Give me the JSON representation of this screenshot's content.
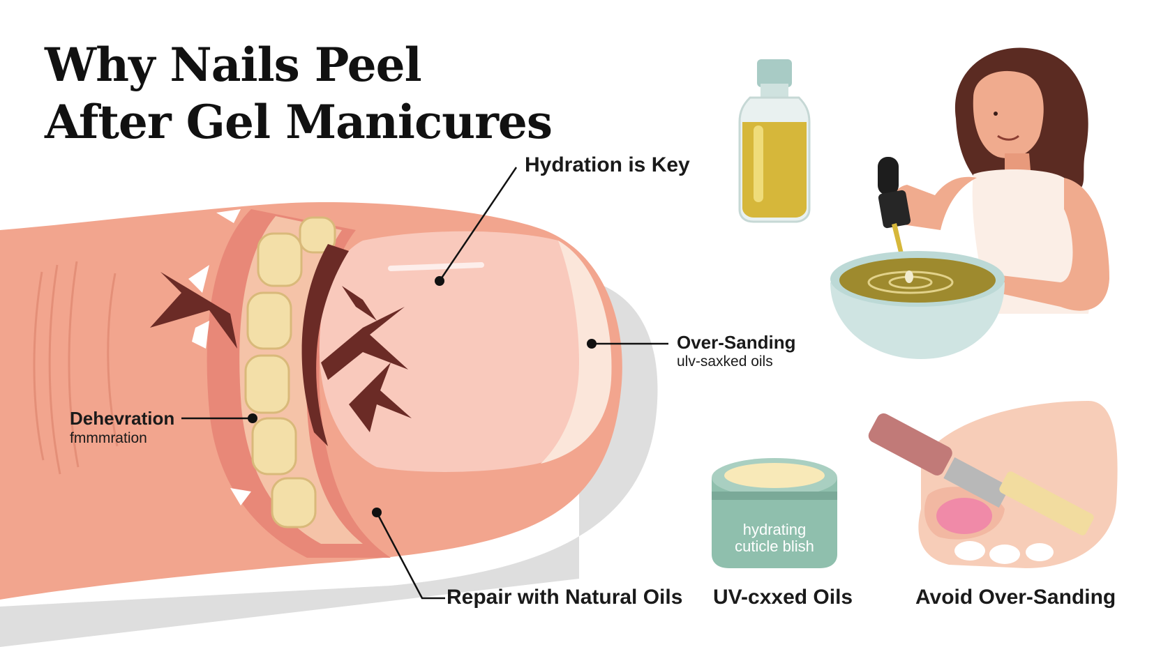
{
  "title": {
    "line1": "Why Nails Peel",
    "line2": "After Gel Manicures"
  },
  "callouts": {
    "hydration": "Hydration is Key",
    "over_sanding": "Over-Sanding",
    "over_sanding_sub": "ulv-saxked oils",
    "dehydration": "Dehevration",
    "dehydration_sub": "fmmmration",
    "repair": "Repair with Natural Oils"
  },
  "products": {
    "jar_label_line1": "hydrating",
    "jar_label_line2": "cuticle blish",
    "oils_caption": "UV-cxxed Oils",
    "file_caption": "Avoid Over-Sanding"
  },
  "colors": {
    "skin": "#f2a58e",
    "nail": "#f9c9bc",
    "crack": "#6b2b26",
    "layer": "#f3dfa8",
    "oil": "#d6b73a",
    "jar": "#8fbfad",
    "bowl": "#cfe4e2"
  },
  "icons": [
    "oil-bottle-icon",
    "dropper-icon",
    "bowl-icon",
    "cream-jar-icon",
    "nail-file-icon"
  ]
}
